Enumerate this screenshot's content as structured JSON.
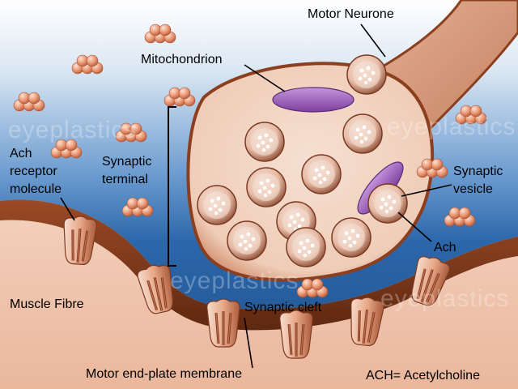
{
  "labels": {
    "motor_neurone": "Motor Neurone",
    "mitochondrion": "Mitochondrion",
    "synaptic_terminal_1": "Synaptic",
    "synaptic_terminal_2": "terminal",
    "ach_receptor_1": "Ach",
    "ach_receptor_2": "receptor",
    "ach_receptor_3": "molecule",
    "synaptic_vesicle_1": "Synaptic",
    "synaptic_vesicle_2": "vesicle",
    "ach": "Ach",
    "muscle_fibre": "Muscle Fibre",
    "synaptic_cleft": "Synaptic cleft",
    "end_plate_membrane": "Motor end-plate membrane",
    "ach_definition": "ACH= Acetylcholine"
  },
  "watermark": "eyeplastics",
  "colors": {
    "background_top": "#ffffff",
    "background_fluid": "#2e6fb0",
    "terminal_fill": "#f3d6c4",
    "neuron_wall": "#8b3f1f",
    "muscle": "#f2c8b0",
    "membrane": "#7c3518",
    "mitochondrion": "#9b5bb8",
    "vesicle": "#e8b8a6",
    "ach_molecule": "#e08c6c"
  }
}
